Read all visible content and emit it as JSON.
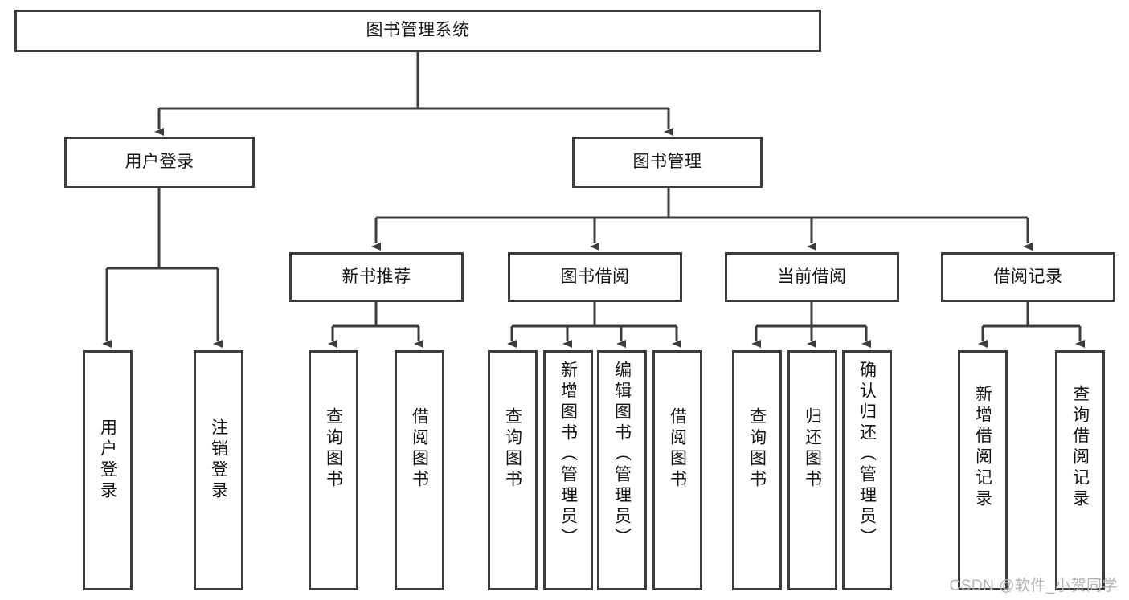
{
  "diagram": {
    "type": "tree-hierarchy",
    "title": "图书管理系统",
    "background_color": "#ffffff",
    "line_color": "#3c3c3c",
    "text_color": "#141414",
    "levels": 4,
    "nodes": {
      "root": {
        "label": "图书管理系统",
        "level": 0,
        "orientation": "horizontal"
      },
      "l1": [
        {
          "id": "user-login",
          "label": "用户登录",
          "level": 1,
          "orientation": "horizontal"
        },
        {
          "id": "book-manage",
          "label": "图书管理",
          "level": 1,
          "orientation": "horizontal"
        }
      ],
      "l2": [
        {
          "id": "new-book-rec",
          "label": "新书推荐",
          "level": 2,
          "orientation": "horizontal",
          "parent": "book-manage"
        },
        {
          "id": "book-borrow",
          "label": "图书借阅",
          "level": 2,
          "orientation": "horizontal",
          "parent": "book-manage"
        },
        {
          "id": "current-borrow",
          "label": "当前借阅",
          "level": 2,
          "orientation": "horizontal",
          "parent": "book-manage"
        },
        {
          "id": "borrow-record",
          "label": "借阅记录",
          "level": 2,
          "orientation": "horizontal",
          "parent": "book-manage"
        }
      ],
      "leaves": [
        {
          "id": "leaf-user-login",
          "label": "用户登录",
          "parent": "user-login",
          "orientation": "vertical"
        },
        {
          "id": "leaf-logout",
          "label": "注销登录",
          "parent": "user-login",
          "orientation": "vertical"
        },
        {
          "id": "leaf-query-book-1",
          "label": "查询图书",
          "parent": "new-book-rec",
          "orientation": "vertical"
        },
        {
          "id": "leaf-borrow-book-1",
          "label": "借阅图书",
          "parent": "new-book-rec",
          "orientation": "vertical"
        },
        {
          "id": "leaf-query-book-2",
          "label": "查询图书",
          "parent": "book-borrow",
          "orientation": "vertical"
        },
        {
          "id": "leaf-add-book",
          "label": "新增图书（管理员）",
          "parent": "book-borrow",
          "orientation": "vertical"
        },
        {
          "id": "leaf-edit-book",
          "label": "编辑图书（管理员）",
          "parent": "book-borrow",
          "orientation": "vertical"
        },
        {
          "id": "leaf-borrow-book-2",
          "label": "借阅图书",
          "parent": "book-borrow",
          "orientation": "vertical"
        },
        {
          "id": "leaf-query-book-3",
          "label": "查询图书",
          "parent": "current-borrow",
          "orientation": "vertical"
        },
        {
          "id": "leaf-return-book",
          "label": "归还图书",
          "parent": "current-borrow",
          "orientation": "vertical"
        },
        {
          "id": "leaf-confirm-return",
          "label": "确认归还（管理员）",
          "parent": "current-borrow",
          "orientation": "vertical"
        },
        {
          "id": "leaf-add-record",
          "label": "新增借阅记录",
          "parent": "borrow-record",
          "orientation": "vertical"
        },
        {
          "id": "leaf-query-record",
          "label": "查询借阅记录",
          "parent": "borrow-record",
          "orientation": "vertical"
        }
      ]
    }
  },
  "watermark": {
    "text": "CSDN @软件_小贺同学"
  }
}
